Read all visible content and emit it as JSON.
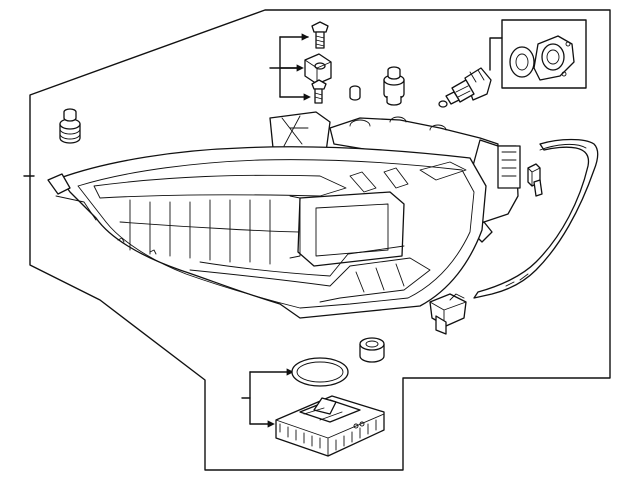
{
  "diagram": {
    "kind": "exploded-parts-diagram",
    "background": "#ffffff",
    "line_color": "#111111",
    "parts": [
      {
        "name": "headlamp-assembly"
      },
      {
        "name": "bolt-upper"
      },
      {
        "name": "bracket"
      },
      {
        "name": "bolt-lower"
      },
      {
        "name": "plug-small"
      },
      {
        "name": "cap-grommet"
      },
      {
        "name": "bulb-socket"
      },
      {
        "name": "adjuster-ring-kit"
      },
      {
        "name": "grommet-left"
      },
      {
        "name": "clip"
      },
      {
        "name": "seal-strip"
      },
      {
        "name": "connector"
      },
      {
        "name": "cap-cylinder"
      },
      {
        "name": "o-ring"
      },
      {
        "name": "control-module"
      }
    ]
  }
}
